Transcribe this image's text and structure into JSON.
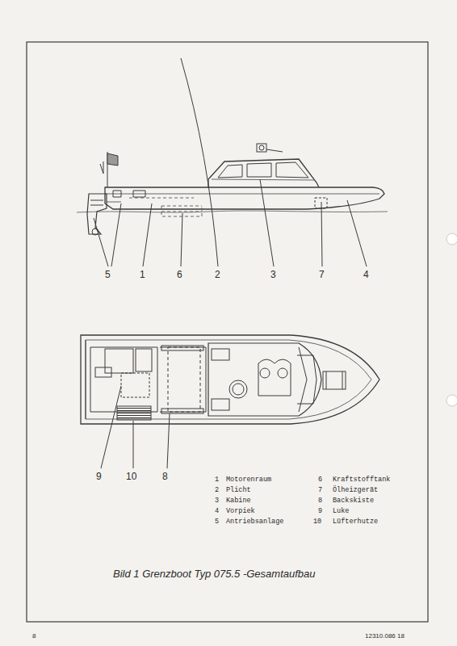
{
  "diagram": {
    "caption": "Bild 1 Grenzboot Typ 075.5 -Gesamtaufbau",
    "labels": [
      "5",
      "1",
      "6",
      "2",
      "3",
      "7",
      "4",
      "9",
      "10",
      "8",
      "1",
      "Motorenraum",
      "2",
      "Plicht",
      "3",
      "Kabine",
      "4",
      "Vorpiek",
      "5",
      "Antriebsanlage",
      "6",
      "Kraftstofftank",
      "7",
      "Ölheizgerät",
      "8",
      "Backskiste",
      "9",
      "Luke",
      "10",
      "Lüfterhutze",
      "8",
      "12310.086 18"
    ]
  }
}
